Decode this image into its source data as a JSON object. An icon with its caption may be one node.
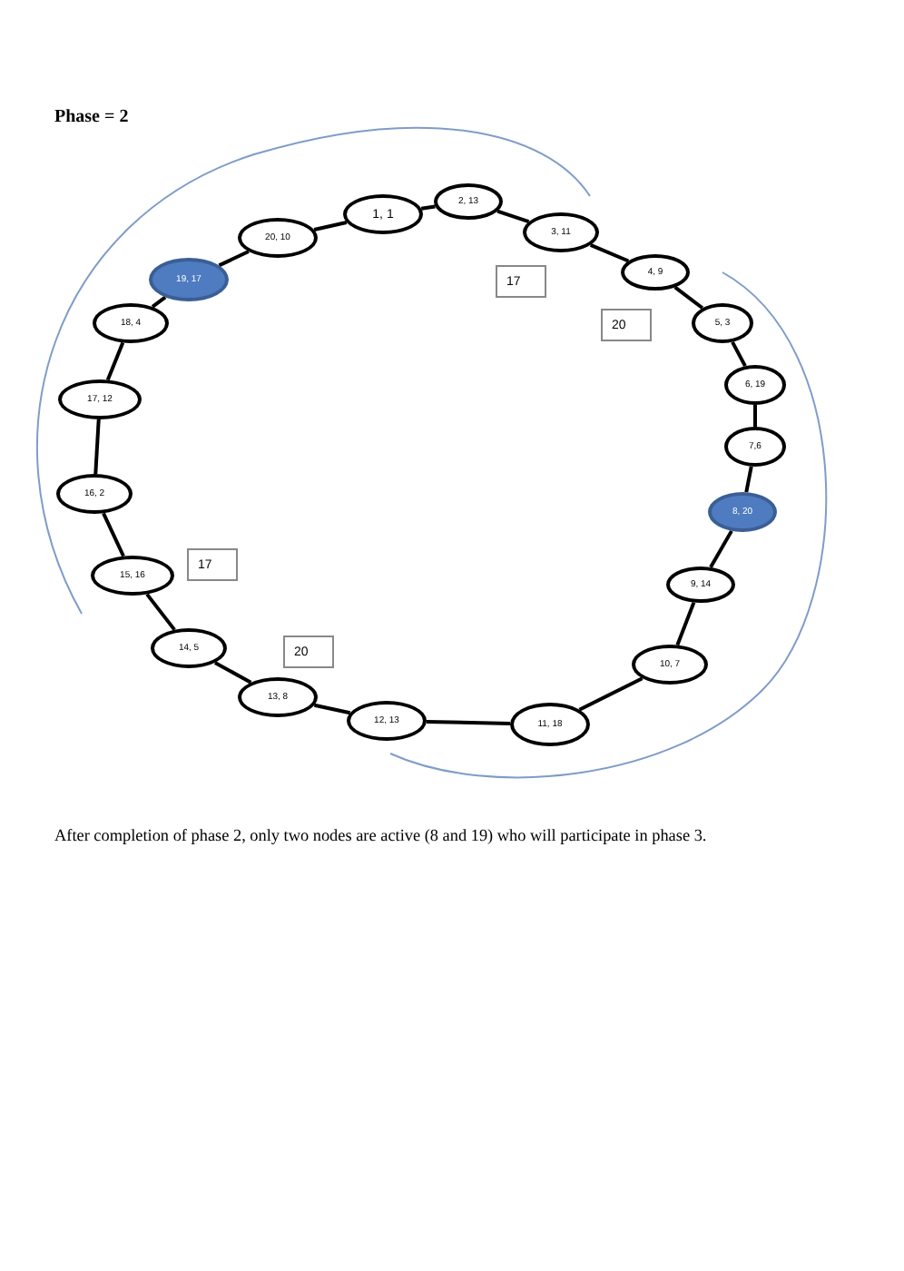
{
  "diagram": {
    "title": "Phase = 2",
    "caption": "After completion of phase 2, only two nodes are active (8 and 19) who will participate in phase 3.",
    "nodes": [
      {
        "text": [
          "1, 1"
        ]
      },
      {
        "text": [
          "2, 13"
        ]
      },
      {
        "text": [
          "3, 11"
        ]
      },
      {
        "text": [
          "4, 9"
        ]
      },
      {
        "text": [
          "5, 3"
        ]
      },
      {
        "text": [
          "6, 19"
        ]
      },
      {
        "text": [
          "7,6"
        ]
      },
      {
        "text": [
          "8, 20"
        ]
      },
      {
        "text": [
          "9, 14"
        ]
      },
      {
        "text": [
          "10, 7"
        ]
      },
      {
        "text": [
          "11, 18"
        ]
      },
      {
        "text": [
          "12, 13"
        ]
      },
      {
        "text": [
          "13, 8"
        ]
      },
      {
        "text": [
          "14, 5"
        ]
      },
      {
        "text": [
          "15, 16"
        ]
      },
      {
        "text": [
          "16, 2"
        ]
      },
      {
        "text": [
          "17, 12"
        ]
      },
      {
        "text": [
          "18, 4"
        ]
      },
      {
        "text": [
          "19, 17"
        ]
      },
      {
        "text": [
          "20, 10"
        ]
      },
      {
        "text": [
          "17"
        ]
      },
      {
        "text": [
          "20"
        ]
      },
      {
        "text": [
          "17"
        ]
      },
      {
        "text": [
          "20"
        ]
      }
    ],
    "edges": [
      {
        "from": 0,
        "to": 1,
        "arrow": "none"
      },
      {
        "from": 1,
        "to": 2,
        "arrow": "none"
      },
      {
        "from": 2,
        "to": 3,
        "arrow": "none"
      },
      {
        "from": 3,
        "to": 4,
        "arrow": "none"
      },
      {
        "from": 4,
        "to": 5,
        "arrow": "none"
      },
      {
        "from": 5,
        "to": 6,
        "arrow": "none"
      },
      {
        "from": 6,
        "to": 7,
        "arrow": "none"
      },
      {
        "from": 7,
        "to": 8,
        "arrow": "none"
      },
      {
        "from": 8,
        "to": 9,
        "arrow": "none"
      },
      {
        "from": 9,
        "to": 10,
        "arrow": "none"
      },
      {
        "from": 10,
        "to": 11,
        "arrow": "none"
      },
      {
        "from": 11,
        "to": 12,
        "arrow": "none"
      },
      {
        "from": 12,
        "to": 13,
        "arrow": "none"
      },
      {
        "from": 13,
        "to": 14,
        "arrow": "none"
      },
      {
        "from": 14,
        "to": 15,
        "arrow": "none"
      },
      {
        "from": 15,
        "to": 16,
        "arrow": "none"
      },
      {
        "from": 16,
        "to": 17,
        "arrow": "none"
      },
      {
        "from": 17,
        "to": 18,
        "arrow": "none"
      },
      {
        "from": 18,
        "to": 19,
        "arrow": "none"
      },
      {
        "from": 19,
        "to": 0,
        "arrow": "none"
      }
    ]
  }
}
